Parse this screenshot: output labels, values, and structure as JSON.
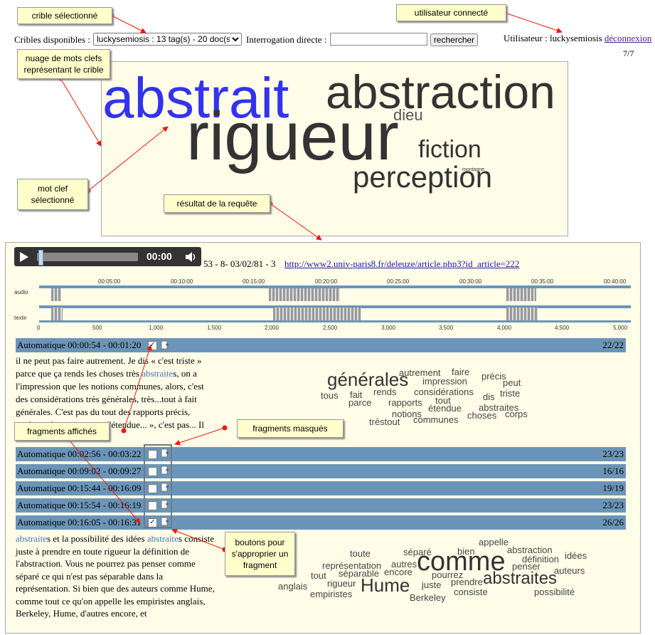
{
  "annotations": {
    "crible": "crible sélectionné",
    "user": "utilisateur connecté",
    "nuage": "nuage de mots clefs représentant le crible",
    "motclef": "mot clef sélectionné",
    "resultat": "résultat de la requête",
    "affiches": "fragments affichés",
    "masques": "fragments masqués",
    "boutons": "boutons pour s'approprier un fragment"
  },
  "topbar": {
    "cribles_label": "Cribles disponibles :",
    "select_value": "luckysemiosis : 13 tag(s) - 20 doc(s)",
    "interrogation_label": "Interrogation directe :",
    "search_value": "",
    "search_button": "rechercher",
    "user_label": "Utilisateur : luckysemiosis",
    "logout": "déconnexion",
    "page_count": "7/7"
  },
  "main_cloud": [
    {
      "text": "abstrait",
      "color": "#3333ee"
    },
    {
      "text": "abstraction",
      "color": "#333333"
    },
    {
      "text": "dieu",
      "color": "#555555"
    },
    {
      "text": "rigueur",
      "color": "#333333"
    },
    {
      "text": "fiction",
      "color": "#333333"
    },
    {
      "text": "montagne",
      "color": "#333333"
    },
    {
      "text": "perception",
      "color": "#333333"
    }
  ],
  "player": {
    "time": "00:00",
    "info": "53 - 8- 03/02/81 - 3",
    "link": "http://www2.univ-paris8.fr/deleuze/article.php3?id_article=222"
  },
  "timeline": {
    "row_audio": "audio",
    "row_texte": "texte",
    "top_ticks": [
      "00:05:00",
      "00:10:00",
      "00:15:00",
      "00:20:00",
      "00:25:00",
      "00:30:00",
      "00:35:00",
      "00:40:00"
    ],
    "bottom_ticks": [
      "0",
      "500",
      "1,000",
      "1,500",
      "2,000",
      "2,500",
      "3,000",
      "3,500",
      "4,000",
      "4,500",
      "5,000"
    ]
  },
  "fragments": [
    {
      "label": "Automatique 00:00:54 - 00:01:20",
      "count": "22/22",
      "checked": true
    },
    {
      "label": "Automatique 00:02:56 - 00:03:22",
      "count": "23/23",
      "checked": false
    },
    {
      "label": "Automatique 00:09:02 - 00:09:27",
      "count": "16/16",
      "checked": false
    },
    {
      "label": "Automatique 00:15:44 - 00:16:09",
      "count": "19/19",
      "checked": false
    },
    {
      "label": "Automatique 00:15:54 - 00:16:19",
      "count": "23/23",
      "checked": false
    },
    {
      "label": "Automatique 00:16:05 - 00:16:31",
      "count": "26/26",
      "checked": true
    }
  ],
  "text1": {
    "l1": "il ne peut pas faire autrement. Je dis « c'est triste »",
    "l2a": "parce que ça rends les choses très ",
    "l2hl": "abstraite",
    "l2b": "s, on a",
    "l3": "l'impression que les notions communes, alors, c'est",
    "l4": "des considérations très générales, très...tout à fait",
    "l5": "générales. C'est pas du tout des rapports précis,",
    "l6": "quelque chose comme « l'étendue... », c'est pas... Il"
  },
  "cloud1": [
    {
      "text": "générales"
    },
    {
      "text": "autrement"
    },
    {
      "text": "faire"
    },
    {
      "text": "précis"
    },
    {
      "text": "impression"
    },
    {
      "text": "peut"
    },
    {
      "text": "tous"
    },
    {
      "text": "fait"
    },
    {
      "text": "rends"
    },
    {
      "text": "considérations"
    },
    {
      "text": "dis"
    },
    {
      "text": "triste"
    },
    {
      "text": "parce"
    },
    {
      "text": "rapports"
    },
    {
      "text": "tout"
    },
    {
      "text": "étendue"
    },
    {
      "text": "abstraites"
    },
    {
      "text": "notions"
    },
    {
      "text": "choses"
    },
    {
      "text": "corps"
    },
    {
      "text": "trèstout"
    },
    {
      "text": "communes"
    }
  ],
  "text2": {
    "l1hl1": "abstraite",
    "l1a": "s et la possibilité des idées ",
    "l1hl2": "abstraite",
    "l1b": "s consiste",
    "l2": "juste à prendre en toute rigueur la définition de",
    "l3": "l'abstraction. Vous ne pourrez pas penser comme",
    "l4": "séparé ce qui n'est pas séparable dans la",
    "l5": "représentation. Si bien que des auteurs comme Hume,",
    "l6": "comme tout ce qu'on appelle les empiristes anglais,",
    "l7": "Berkeley, Hume, d'autres encore, et"
  },
  "cloud2": [
    {
      "text": "appelle"
    },
    {
      "text": "toute"
    },
    {
      "text": "séparé"
    },
    {
      "text": "bien"
    },
    {
      "text": "abstraction"
    },
    {
      "text": "idées"
    },
    {
      "text": "représentation"
    },
    {
      "text": "autres"
    },
    {
      "text": "comme"
    },
    {
      "text": "définition"
    },
    {
      "text": "penser"
    },
    {
      "text": "séparable"
    },
    {
      "text": "encore"
    },
    {
      "text": "auteurs"
    },
    {
      "text": "tout"
    },
    {
      "text": "rigueur"
    },
    {
      "text": "pourrez"
    },
    {
      "text": "prendre"
    },
    {
      "text": "abstraites"
    },
    {
      "text": "anglais"
    },
    {
      "text": "Hume"
    },
    {
      "text": "juste"
    },
    {
      "text": "empiristes"
    },
    {
      "text": "consiste"
    },
    {
      "text": "possibilité"
    },
    {
      "text": "Berkeley"
    }
  ]
}
